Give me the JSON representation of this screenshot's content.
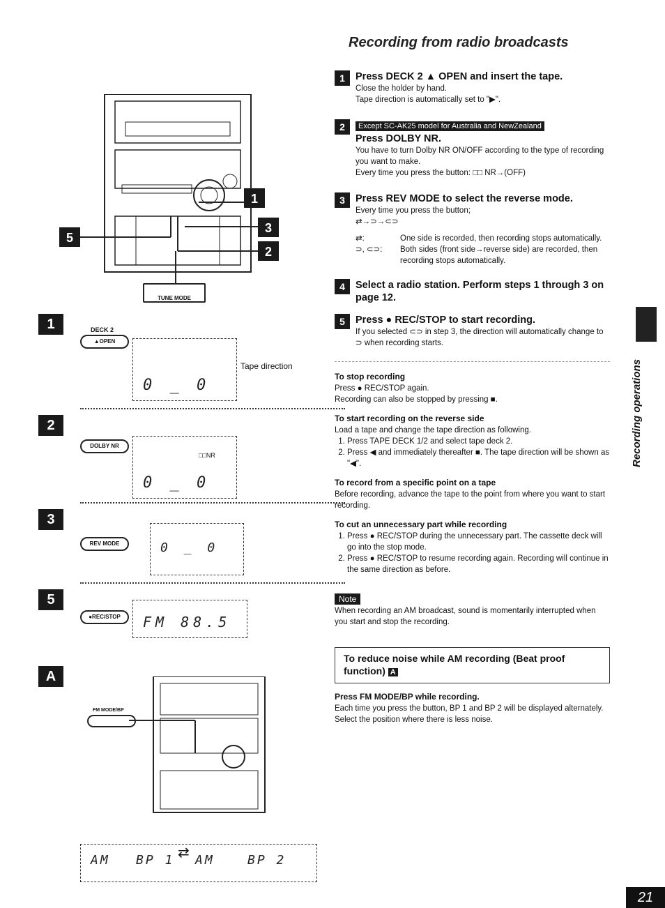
{
  "title": "Recording from radio broadcasts",
  "steps": [
    {
      "num": "1",
      "heading": "Press DECK 2 ▲ OPEN and insert the tape.",
      "lines": [
        "Close the holder by hand.",
        "Tape direction is automatically set to \"▶\"."
      ]
    },
    {
      "num": "2",
      "banner": "Except SC-AK25 model for Australia and NewZealand",
      "heading": "Press DOLBY NR.",
      "lines": [
        "You have to turn Dolby NR ON/OFF according to the type of recording you want to make.",
        "Every time you press the button: □□ NR→(OFF)"
      ]
    },
    {
      "num": "3",
      "heading": "Press REV MODE to select the reverse mode.",
      "lines": [
        "Every time you press the button;"
      ],
      "cycle": "⇄→⊃→⊂⊃",
      "modes": [
        {
          "key": "⇄:",
          "text": "One side is recorded, then recording stops automatically."
        },
        {
          "key": "⊃, ⊂⊃:",
          "text": "Both sides (front side→reverse side) are recorded, then recording stops automatically."
        }
      ]
    },
    {
      "num": "4",
      "heading": "Select a radio station. Perform steps 1 through 3 on page 12.",
      "lines": []
    },
    {
      "num": "5",
      "heading": "Press ● REC/STOP to start recording.",
      "lines": [
        "If you selected ⊂⊃ in step 3, the direction will automatically change to ⊃ when recording starts."
      ]
    }
  ],
  "subs": {
    "stop": {
      "title": "To stop recording",
      "lines": [
        "Press ● REC/STOP again.",
        "Recording can also be stopped by pressing ■."
      ]
    },
    "reverse": {
      "title": "To start recording on the reverse side",
      "intro": "Load a tape and change the tape direction as following.",
      "items": [
        "Press TAPE DECK 1/2 and select tape deck 2.",
        "Press ◀ and immediately thereafter ■. The tape direction will be shown as \"◀\"."
      ]
    },
    "point": {
      "title": "To record from a specific point on a tape",
      "text": "Before recording, advance the tape to the point from where you want to start recording."
    },
    "cut": {
      "title": "To cut an unnecessary part while recording",
      "items": [
        "Press ● REC/STOP during the unnecessary part. The cassette deck will go into the stop mode.",
        "Press ● REC/STOP to resume recording again. Recording will continue in the same direction as before."
      ]
    }
  },
  "note": {
    "tag": "Note",
    "text": "When recording an AM broadcast, sound is momentarily interrupted when you start and stop the recording."
  },
  "boxed": {
    "title": "To reduce noise while AM recording (Beat proof function)",
    "tag": "A"
  },
  "beat": {
    "title": "Press FM MODE/BP while recording.",
    "lines": [
      "Each time you press the button, BP 1 and BP 2 will be displayed alternately.",
      "Select the position where there is less noise."
    ]
  },
  "side_label": "Recording operations",
  "page_number": "21",
  "figure": {
    "tune_mode": "TUNE MODE",
    "deck2": "DECK 2",
    "open_btn": "▲OPEN",
    "tape_direction": "Tape direction",
    "dolby_btn": "DOLBY NR",
    "rev_btn": "REV MODE",
    "rec_btn": "●REC/STOP",
    "fm_mode": "FM MODE/BP",
    "lcd1": "0 _ 0",
    "lcd2": "0 _ 0",
    "lcd3": "0 _ 0",
    "lcd5": "FM  88.5",
    "nr": "□□NR",
    "bp_display": [
      "AM",
      "BP 1",
      "AM",
      "BP 2"
    ],
    "step_labels": [
      "1",
      "2",
      "3",
      "5",
      "A"
    ]
  }
}
